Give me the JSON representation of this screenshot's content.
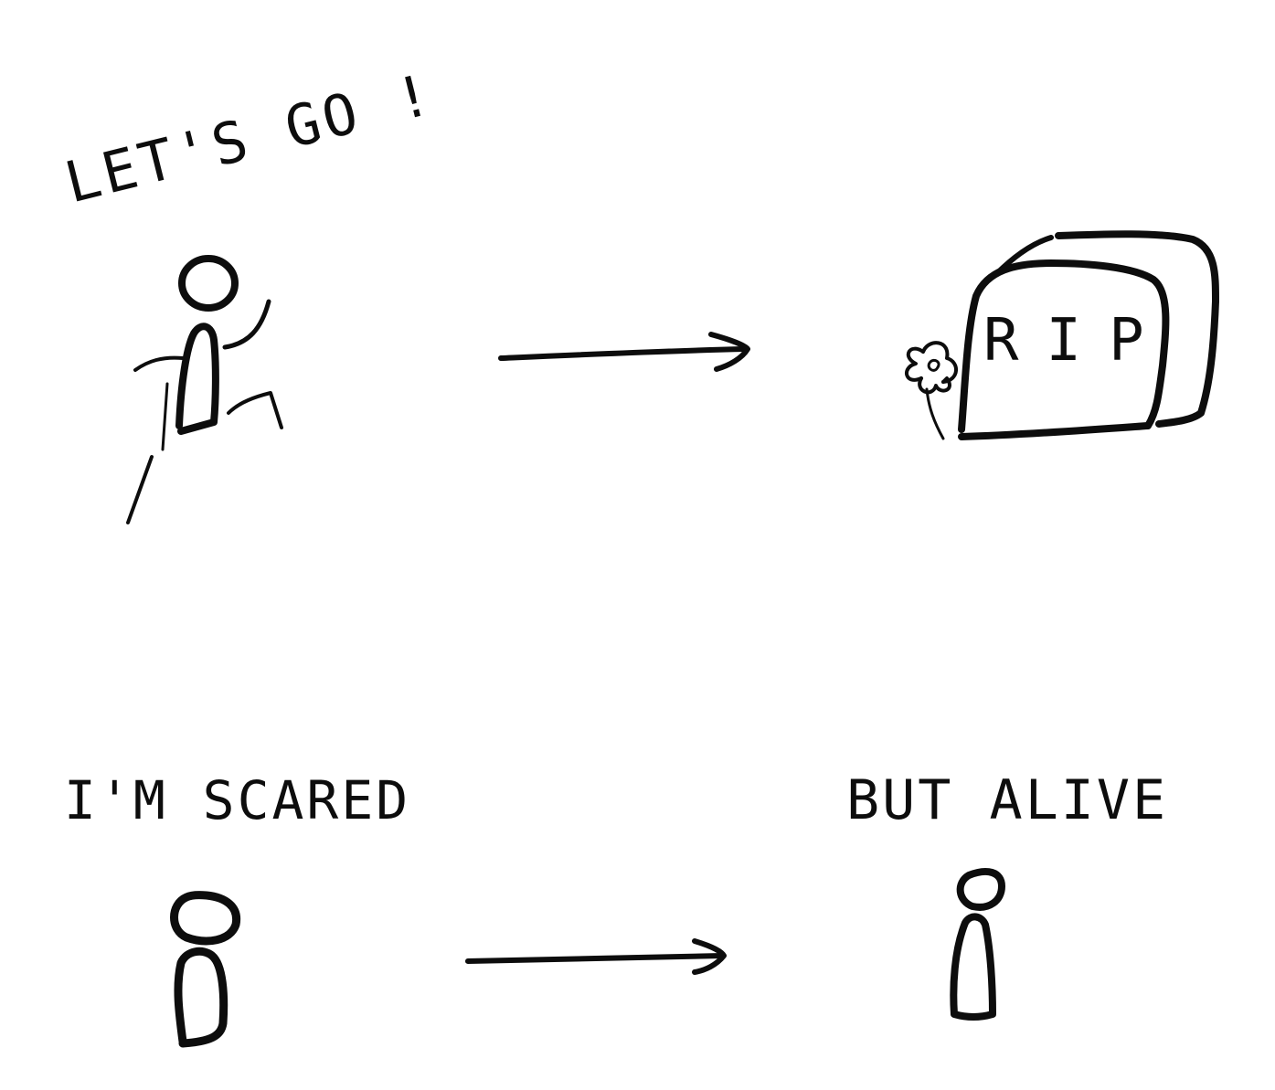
{
  "panels": {
    "top_left": {
      "caption": "LET'S GO !"
    },
    "top_right": {
      "tombstone_text": "RIP"
    },
    "bottom_left": {
      "caption": "I'M SCARED"
    },
    "bottom_right": {
      "caption": "BUT ALIVE"
    }
  },
  "colors": {
    "ink": "#0d0d0d",
    "paper": "#ffffff"
  },
  "icons": {
    "arrow": "right-arrow-icon",
    "flower": "flower-icon",
    "tombstone": "tombstone-icon",
    "figure": "stick-figure-icon"
  }
}
